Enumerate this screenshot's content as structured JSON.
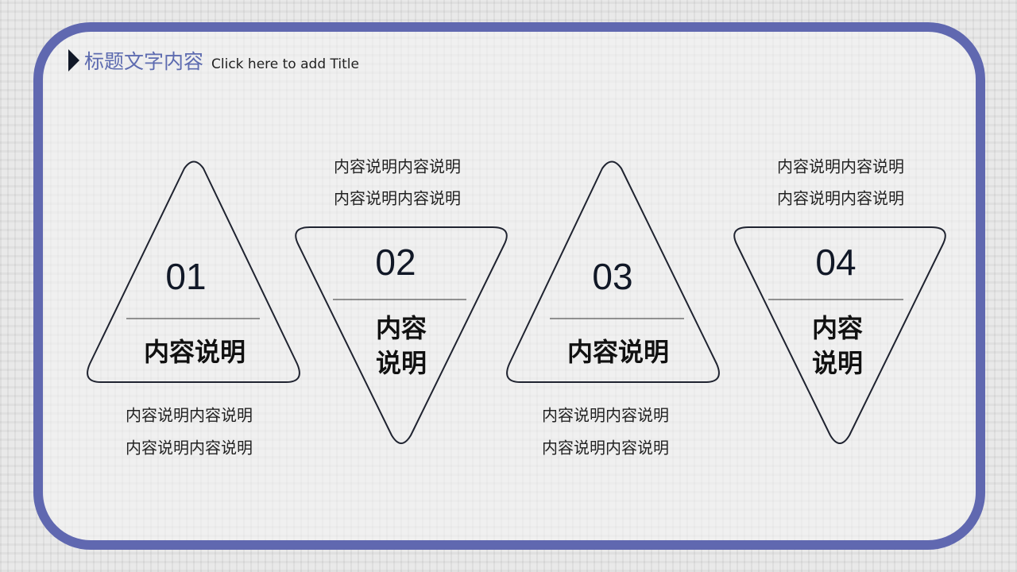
{
  "title": {
    "main": "标题文字内容",
    "subtitle": "Click here to add Title"
  },
  "colors": {
    "frame": "#6068b0",
    "title": "#5d6bb0",
    "stroke": "#111827"
  },
  "items": [
    {
      "number": "01",
      "label": "内容说明",
      "desc": [
        "内容说明内容说明",
        "内容说明内容说明"
      ]
    },
    {
      "number": "02",
      "label_lines": [
        "内容",
        "说明"
      ],
      "desc": [
        "内容说明内容说明",
        "内容说明内容说明"
      ]
    },
    {
      "number": "03",
      "label": "内容说明",
      "desc": [
        "内容说明内容说明",
        "内容说明内容说明"
      ]
    },
    {
      "number": "04",
      "label_lines": [
        "内容",
        "说明"
      ],
      "desc": [
        "内容说明内容说明",
        "内容说明内容说明"
      ]
    }
  ]
}
